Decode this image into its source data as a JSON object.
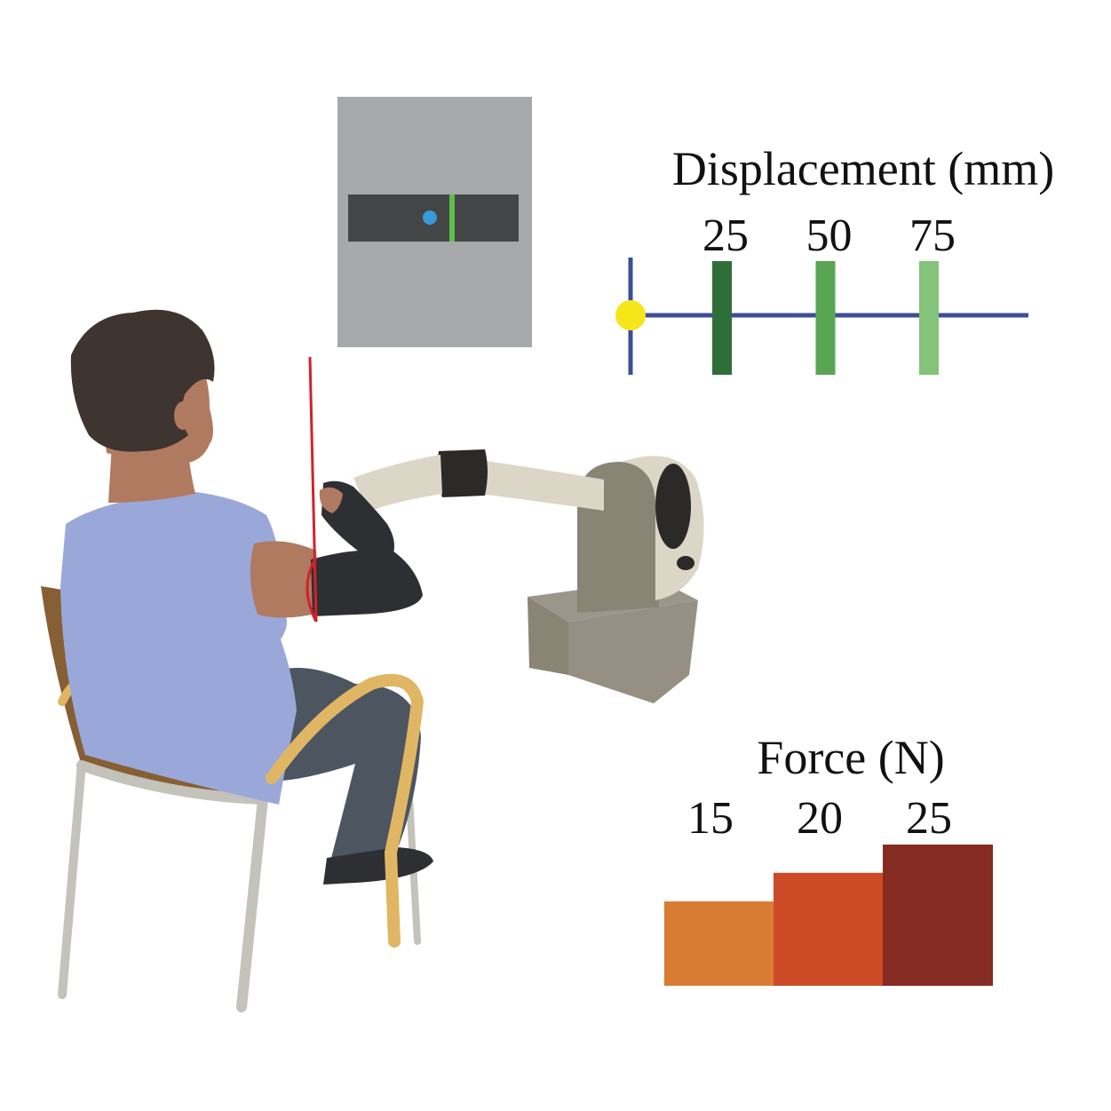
{
  "displacement": {
    "title": "Displacement (mm)",
    "levels": [
      {
        "label": "25",
        "value": 25,
        "color": "#2f6e38"
      },
      {
        "label": "50",
        "value": 50,
        "color": "#59a553"
      },
      {
        "label": "75",
        "value": 75,
        "color": "#84c37a"
      }
    ],
    "axis_color": "#3d4f94",
    "origin_color": "#f6e619"
  },
  "force": {
    "title": "Force (N)",
    "levels": [
      {
        "label": "15",
        "value": 15,
        "color": "#d97c33"
      },
      {
        "label": "20",
        "value": 20,
        "color": "#cc4a26"
      },
      {
        "label": "25",
        "value": 25,
        "color": "#852b21"
      }
    ]
  },
  "monitor": {
    "panel_color": "#a7a8aa",
    "bar_color": "#444547",
    "cursor_color": "#3a9ad9",
    "target_color": "#5cbf4a"
  },
  "colors": {
    "skin": "#b07a60",
    "hair": "#3e3430",
    "shirt": "#9aa8d9",
    "trousers": "#4d5561",
    "glove": "#2e2f33",
    "chair_seat": "#875f34",
    "chair_arm": "#e0b664",
    "chair_frame": "#c3c2bb",
    "robot_body": "#8a8475",
    "robot_link": "#dcd6c6",
    "robot_joint": "#2b2a28",
    "shoulder_line": "#d0232a"
  }
}
